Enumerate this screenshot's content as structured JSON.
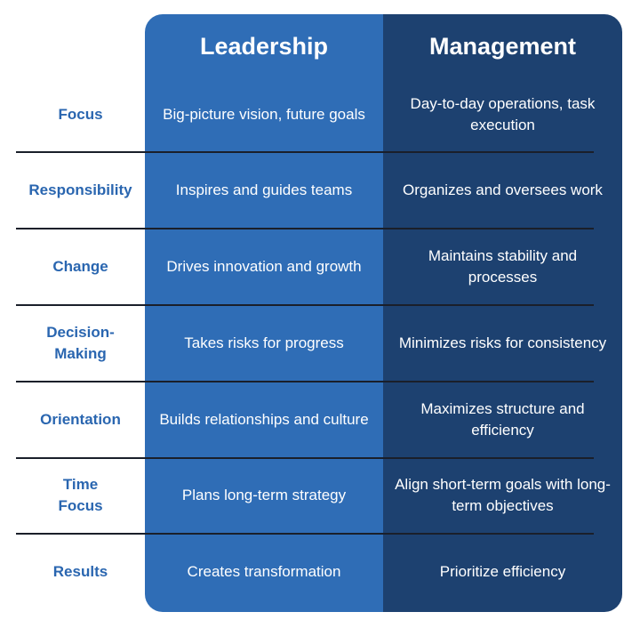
{
  "headers": {
    "leadership": "Leadership",
    "management": "Management"
  },
  "rows": [
    {
      "label": "Focus",
      "leadership": "Big-picture vision, future goals",
      "management": "Day-to-day operations, task execution"
    },
    {
      "label": "Responsibility",
      "leadership": "Inspires and guides teams",
      "management": "Organizes and oversees work"
    },
    {
      "label": "Change",
      "leadership": "Drives innovation and growth",
      "management": "Maintains stability and processes"
    },
    {
      "label": "Decision-\nMaking",
      "leadership": "Takes risks for progress",
      "management": "Minimizes risks for consistency"
    },
    {
      "label": "Orientation",
      "leadership": "Builds relationships and culture",
      "management": "Maximizes  structure and efficiency"
    },
    {
      "label": "Time\nFocus",
      "leadership": "Plans long-term strategy",
      "management": "Align short-term goals with long-term objectives"
    },
    {
      "label": "Results",
      "leadership": "Creates transformation",
      "management": "Prioritize efficiency"
    }
  ],
  "colors": {
    "leadership_bg": "#2f6db6",
    "management_bg": "#1d4170",
    "label_text": "#2a66b0"
  }
}
